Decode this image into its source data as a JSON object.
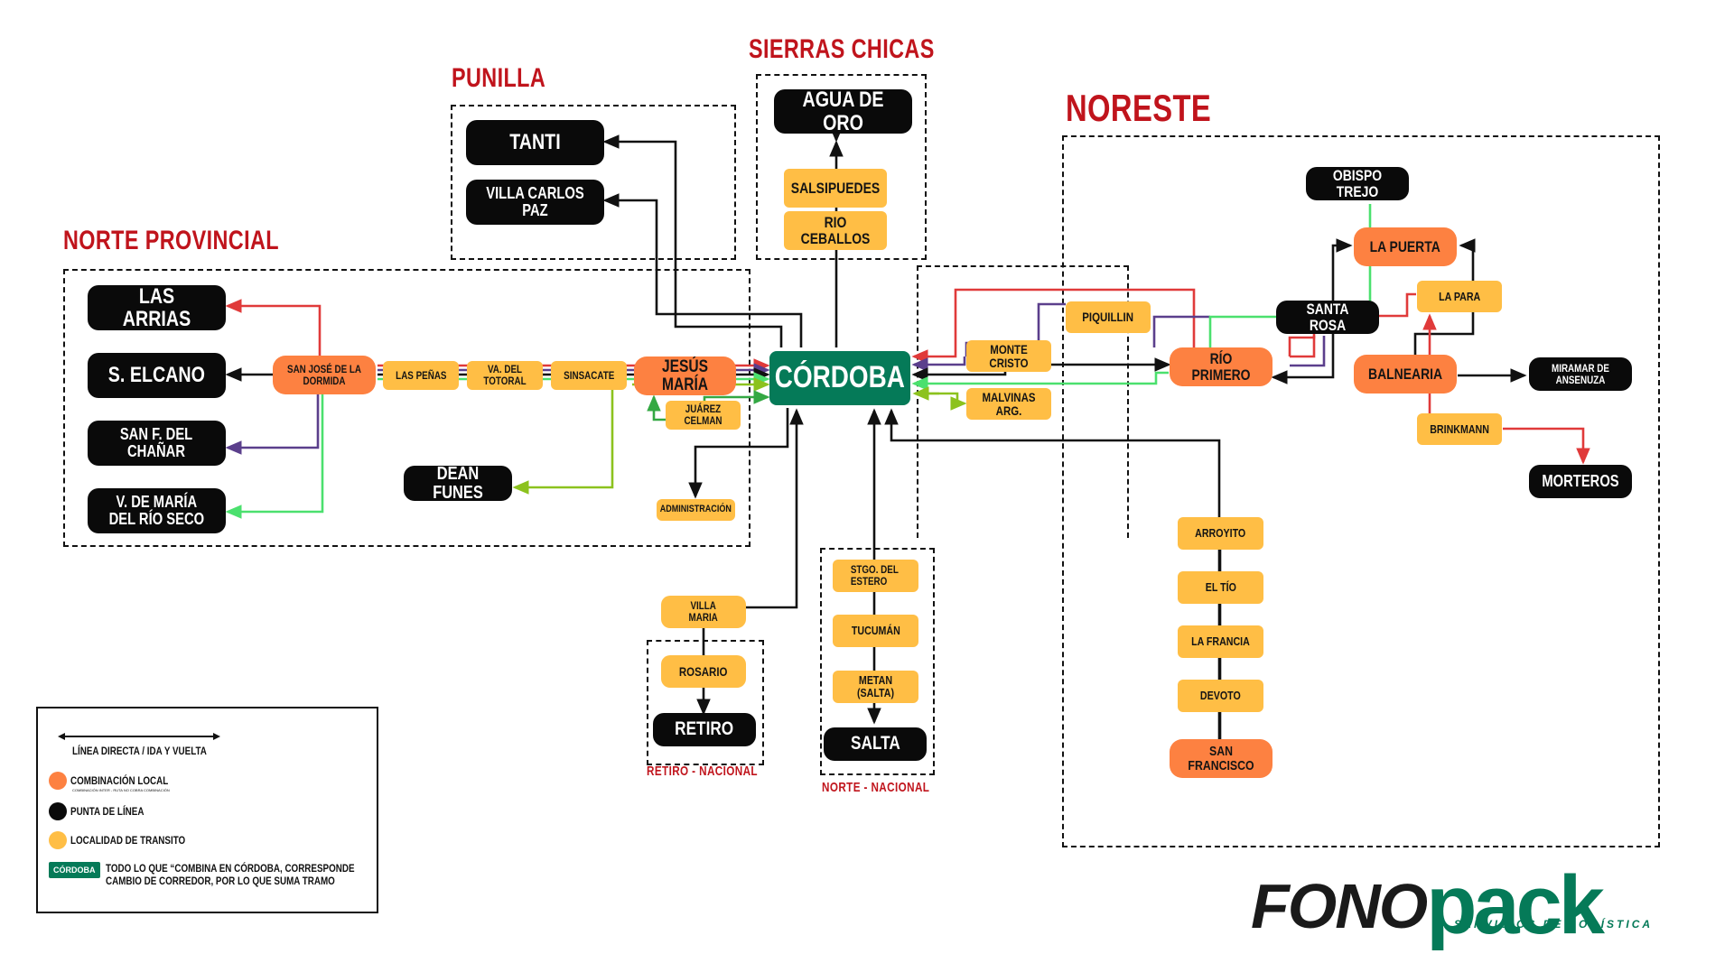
{
  "regions": {
    "norte_provincial": "NORTE PROVINCIAL",
    "punilla": "PUNILLA",
    "sierras_chicas": "SIERRAS CHICAS",
    "noreste": "NORESTE",
    "retiro_nacional": "RETIRO - NACIONAL",
    "norte_nacional": "NORTE - NACIONAL"
  },
  "nodes": {
    "cordoba": "CÓRDOBA",
    "las_arrias": "LAS ARRIAS",
    "s_elcano": "S. ELCANO",
    "san_f_chanar": "SAN F. DEL\nCHAÑAR",
    "v_maria_rio_seco": "V. DE MARÍA\nDEL RÍO SECO",
    "san_jose_dormida": "SAN JOSÉ DE LA\nDORMIDA",
    "las_penas": "LAS PEÑAS",
    "va_totoral": "VA. DEL TOTORAL",
    "sinsacate": "SINSACATE",
    "jesus_maria": "JESÚS MARÍA",
    "juarez_celman": "JUÁREZ CELMAN",
    "dean_funes": "DEAN FUNES",
    "administracion": "ADMINISTRACIÓN",
    "tanti": "TANTI",
    "villa_carlos_paz": "VILLA CARLOS PAZ",
    "agua_de_oro": "AGUA DE ORO",
    "salsipuedes": "SALSIPUEDES",
    "rio_ceballos": "RIO CEBALLOS",
    "villa_maria": "VILLA\nMARIA",
    "rosario": "ROSARIO",
    "retiro": "RETIRO",
    "stgo_estero": "STGO. DEL\nESTERO",
    "tucuman": "TUCUMÁN",
    "metan": "METAN (SALTA)",
    "salta": "SALTA",
    "monte_cristo": "MONTE CRISTO",
    "malvinas": "MALVINAS ARG.",
    "piquillin": "PIQUILLIN",
    "rio_primero": "RÍO PRIMERO",
    "santa_rosa": "SANTA ROSA",
    "obispo_trejo": "OBISPO TREJO",
    "la_puerta": "LA PUERTA",
    "la_para": "LA PARA",
    "balnearia": "BALNEARIA",
    "miramar": "MIRAMAR DE\nANSENUZA",
    "brinkmann": "BRINKMANN",
    "morteros": "MORTEROS",
    "arroyito": "ARROYITO",
    "el_tio": "EL TÍO",
    "la_francia": "LA FRANCIA",
    "devoto": "DEVOTO",
    "san_francisco": "SAN FRANCISCO"
  },
  "legend": {
    "direct_line": "LÍNEA DIRECTA / IDA Y VUELTA",
    "local_combination": "COMBINACIÓN LOCAL",
    "local_combination_note": "COMBINACIÓN INTER - RUTA NO COBRA COMBINACIÓN",
    "line_end": "PUNTA DE LÍNEA",
    "transit": "LOCALIDAD DE TRANSITO",
    "hub_badge": "CÓRDOBA",
    "hub_note_1": "TODO LO QUE “COMBINA EN CÓRDOBA, CORRESPONDE",
    "hub_note_2": "CAMBIO DE CORREDOR, POR LO QUE SUMA TRAMO"
  },
  "logo": {
    "part1": "FONO",
    "part2": "pack",
    "tagline": "SERVICIOS DE LOGÍSTICA"
  },
  "colors": {
    "combination": "#fd8141",
    "line_end": "#0a0a0a",
    "transit": "#ffbe45",
    "hub": "#057a58",
    "region_title": "#c0141c",
    "route_red": "#e03a3a",
    "route_purple": "#5b3f8c",
    "route_black": "#111111",
    "route_green": "#4be06e",
    "route_olive": "#8cc21e",
    "route_darkgreen": "#33a843"
  }
}
